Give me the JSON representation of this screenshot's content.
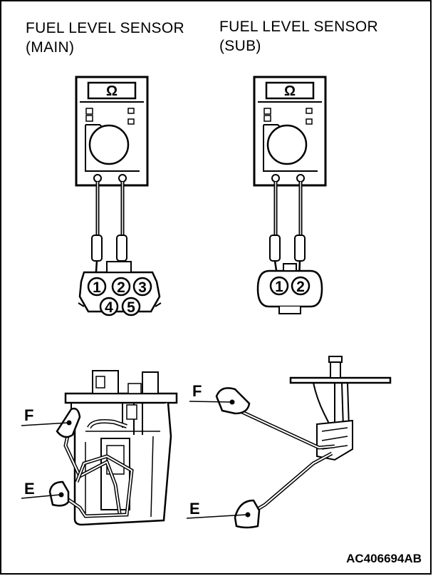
{
  "main_panel": {
    "title_line1": "FUEL LEVEL SENSOR",
    "title_line2": "(MAIN)",
    "meter_symbol": "Ω",
    "pins": [
      "1",
      "2",
      "3",
      "4",
      "5"
    ]
  },
  "sub_panel": {
    "title_line1": "FUEL LEVEL SENSOR",
    "title_line2": "(SUB)",
    "meter_symbol": "Ω",
    "pins": [
      "1",
      "2"
    ]
  },
  "callouts": {
    "main_f": "F",
    "main_e": "E",
    "sub_f": "F",
    "sub_e": "E"
  },
  "figure_id": "AC406694AB"
}
